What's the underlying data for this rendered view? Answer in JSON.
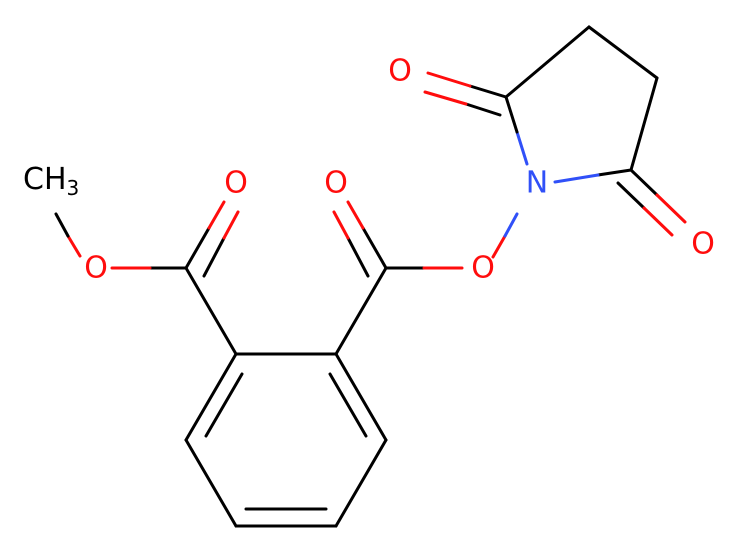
{
  "molecule": {
    "atoms": {
      "methyl_label": "CH",
      "methyl_subscript": "3",
      "ester_o_single": "O",
      "ester_o_double": "O",
      "nhs_ester_o_double": "O",
      "nhs_ester_o_single": "O",
      "nitrogen": "N",
      "imide_o_top": "O",
      "imide_o_right": "O"
    },
    "colors": {
      "carbon": "#000000",
      "oxygen": "#ff0d0d",
      "nitrogen": "#3050f8"
    }
  }
}
